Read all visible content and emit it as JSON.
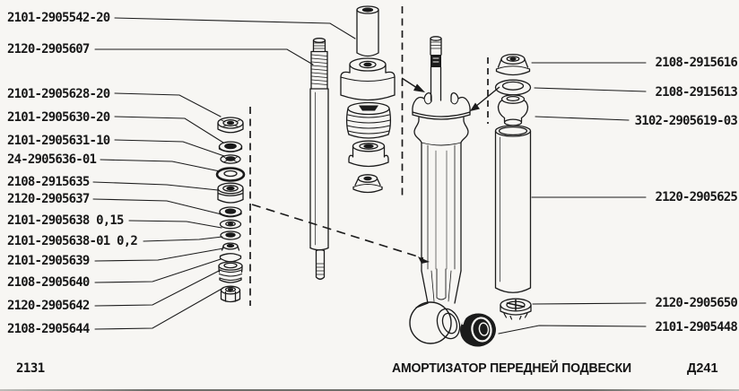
{
  "page": {
    "model_code": "2131",
    "caption": "АМОРТИЗАТОР ПЕРЕДНЕЙ ПОДВЕСКИ",
    "figure_code": "Д241",
    "figure_type": "exploded-parts-diagram"
  },
  "colors": {
    "ink": "#1b1b1b",
    "paper": "#f7f6f3"
  },
  "labels_left": [
    "2101-2905542-20",
    "2120-2905607",
    "2101-2905628-20",
    "2101-2905630-20",
    "2101-2905631-10",
    "24-2905636-01",
    "2108-2915635",
    "2120-2905637",
    "2101-2905638 0,15",
    "2101-2905638-01 0,2",
    "2101-2905639",
    "2108-2905640",
    "2120-2905642",
    "2108-2905644"
  ],
  "labels_right": [
    "2108-2915616",
    "2108-2915613",
    "3102-2905619-03",
    "2120-2905625",
    "2120-2905650",
    "2101-2905448"
  ]
}
